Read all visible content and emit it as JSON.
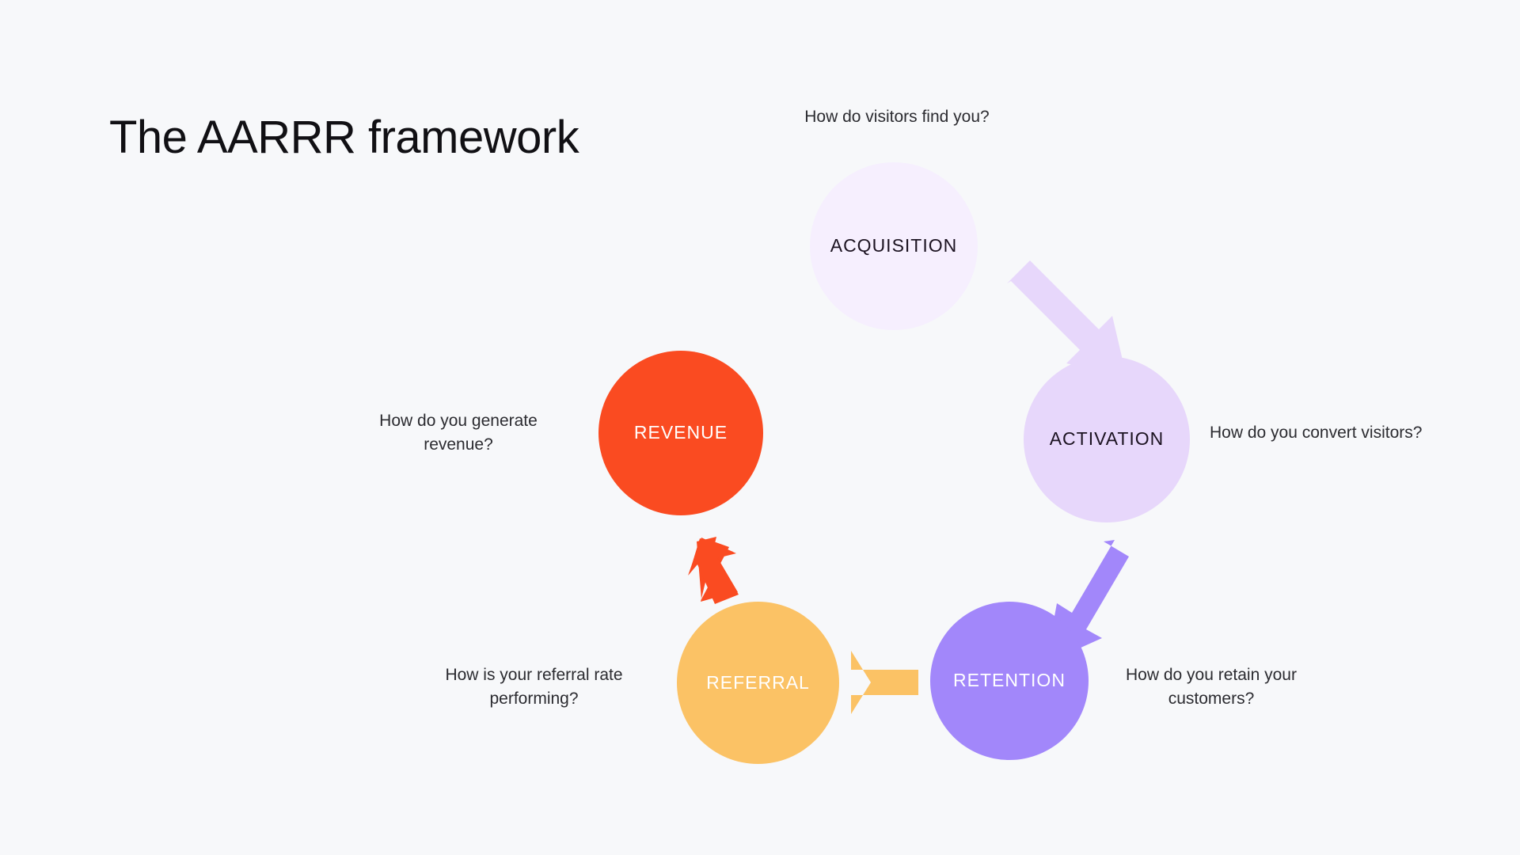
{
  "page": {
    "title": "The AARRR framework",
    "background_color": "#F7F8FA",
    "text_color": "#2B2B30"
  },
  "diagram": {
    "type": "cycle",
    "direction": "clockwise",
    "nodes": [
      {
        "id": "acquisition",
        "label": "ACQUISITION",
        "caption": "How do visitors find you?",
        "fill": "#F6EFFE",
        "text_color": "#1B1220",
        "caption_position": "above"
      },
      {
        "id": "activation",
        "label": "ACTIVATION",
        "caption": "How do you convert visitors?",
        "fill": "#E7D7FB",
        "text_color": "#1B1220",
        "caption_position": "right"
      },
      {
        "id": "retention",
        "label": "RETENTION",
        "caption": "How do you retain your\ncustomers?",
        "fill": "#A287FA",
        "text_color": "#FFFFFF",
        "caption_position": "right"
      },
      {
        "id": "referral",
        "label": "REFERRAL",
        "caption": "How is your referral rate\nperforming?",
        "fill": "#FBC265",
        "text_color": "#FFFFFF",
        "caption_position": "left"
      },
      {
        "id": "revenue",
        "label": "REVENUE",
        "caption": "How do you generate\nrevenue?",
        "fill": "#FA4B21",
        "text_color": "#FFFFFF",
        "caption_position": "left"
      }
    ],
    "arrows": [
      {
        "id": "acquisition-to-activation",
        "from": "acquisition",
        "to": "activation",
        "color": "#E7D7FB",
        "direction": "down-right"
      },
      {
        "id": "activation-to-retention",
        "from": "activation",
        "to": "retention",
        "color": "#A287FA",
        "direction": "down-left"
      },
      {
        "id": "retention-to-referral",
        "from": "retention",
        "to": "referral",
        "color": "#FBC265",
        "direction": "left"
      },
      {
        "id": "referral-to-revenue",
        "from": "referral",
        "to": "revenue",
        "color": "#FA4B21",
        "direction": "up"
      }
    ]
  }
}
